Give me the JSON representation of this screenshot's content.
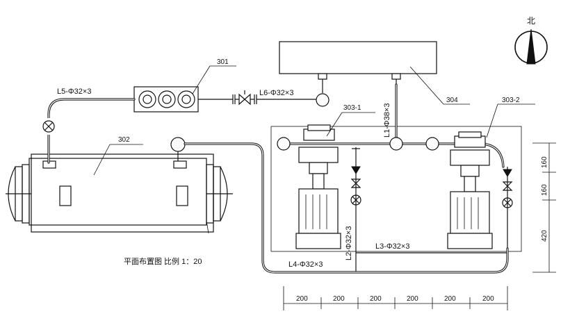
{
  "labels": {
    "pipe_l5": "L5-Φ32×3",
    "pipe_l6": "L6-Φ32×3",
    "pipe_l1": "L1-Φ38×3",
    "pipe_l2": "L2-Φ32×3",
    "pipe_l3": "L3-Φ32×3",
    "pipe_l4": "L4-Φ32×3",
    "tag_301": "301",
    "tag_302": "302",
    "tag_303_1": "303-1",
    "tag_303_2": "303-2",
    "tag_304": "304",
    "north": "北",
    "caption": "平面布置图  比例 1：20"
  },
  "dimensions": {
    "horizontal": [
      "200",
      "200",
      "200",
      "200",
      "200",
      "200"
    ],
    "vertical": [
      "160",
      "160",
      "420"
    ]
  }
}
